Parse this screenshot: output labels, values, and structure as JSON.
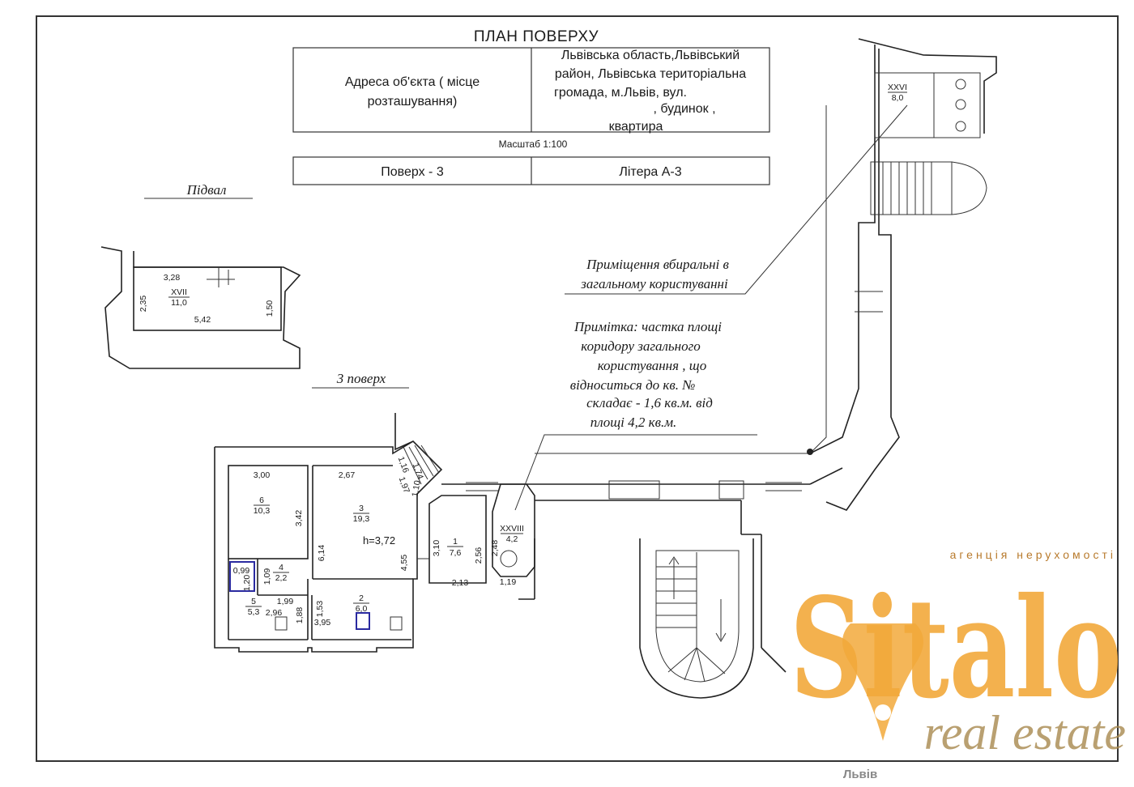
{
  "header": {
    "title": "ПЛАН ПОВЕРХУ",
    "address_label_line1": "Адреса об'єкта ( місце",
    "address_label_line2": "розташування)",
    "address_line1": "Львівська область,Львівський",
    "address_line2": "район, Львівська  територіальна",
    "address_line3": "громада,  м.Львів, вул.",
    "address_line4": ",  будинок    ,",
    "address_line5": "квартира",
    "scale": "Масштаб 1:100",
    "floor": "Поверх - 3",
    "letter": "Літера А-3"
  },
  "basement": {
    "label": "Підвал",
    "room_no": "XVII",
    "room_area": "11,0",
    "dims": [
      "3,28",
      "2,35",
      "5,42",
      "1,50"
    ]
  },
  "floor3": {
    "label": "3  поверх",
    "rooms": [
      {
        "no": "6",
        "area": "10,3"
      },
      {
        "no": "3",
        "area": "19,3"
      },
      {
        "no": "1",
        "area": "7,6"
      },
      {
        "no": "4",
        "area": "2,2"
      },
      {
        "no": "5",
        "area": "5,3"
      },
      {
        "no": "2",
        "area": "6,0"
      },
      {
        "no": "XXVIII",
        "area": "4,2"
      },
      {
        "no": "XXVI",
        "area": "8,0"
      }
    ],
    "height": "h=3,72",
    "dims": [
      "3,00",
      "2,67",
      "1,16",
      "1,74",
      "1,97",
      "1,10",
      "3,42",
      "6,14",
      "4,55",
      "3,10",
      "2,56",
      "2,48",
      "2,13",
      "1,19",
      "0,99",
      "1,20",
      "1,09",
      "1,99",
      "2,96",
      "1,88",
      "1,53",
      "3,95"
    ]
  },
  "notes": {
    "restroom_line1": "Приміщення вбиральні в",
    "restroom_line2": "загальному користуванні",
    "note_line1": "Примітка: частка площі",
    "note_line2": "коридору загального",
    "note_line3": "користування , що",
    "note_line4": "відноситься до кв. №",
    "note_line5": "складає  - 1,6 кв.м. від",
    "note_line6": "площі 4,2 кв.м."
  },
  "watermark": {
    "tagline": "агенція нерухомості",
    "brand": "Sitalo",
    "sub": "real estate",
    "city": "Львів",
    "brand_color": "#f2a93b"
  }
}
